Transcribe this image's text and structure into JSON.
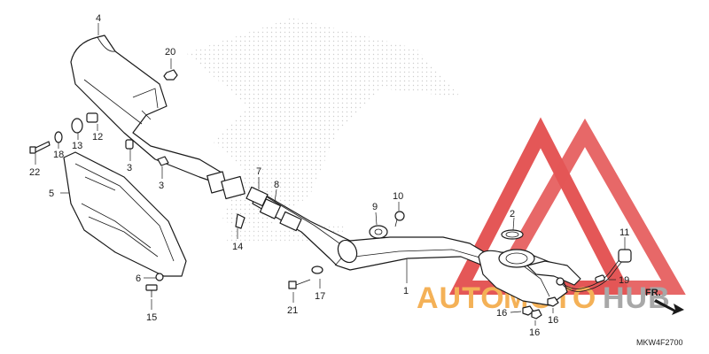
{
  "diagram": {
    "code": "MKW4F2700",
    "direction_label": "FR.",
    "labels": {
      "p1": "1",
      "p2": "2",
      "p3a": "3",
      "p3b": "3",
      "p4": "4",
      "p5": "5",
      "p6": "6",
      "p7": "7",
      "p8": "8",
      "p9": "9",
      "p10": "10",
      "p11": "11",
      "p12": "12",
      "p13": "13",
      "p14": "14",
      "p15": "15",
      "p16a": "16",
      "p16b": "16",
      "p16c": "16",
      "p17": "17",
      "p18": "18",
      "p19": "19",
      "p20": "20",
      "p21": "21",
      "p22": "22"
    }
  },
  "watermark": {
    "text_part1": "AUTO",
    "text_part2": "MOTO",
    "text_part3": "HUB",
    "color_red": "#e03a3a",
    "color_orange": "#f3a43a",
    "color_gray": "#9a9a9a"
  }
}
